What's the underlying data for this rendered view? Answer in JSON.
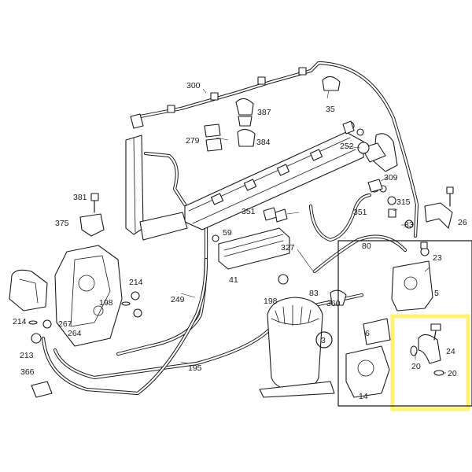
{
  "callouts": [
    {
      "label": "300"
    },
    {
      "label": "387"
    },
    {
      "label": "35"
    },
    {
      "label": "279"
    },
    {
      "label": "384"
    },
    {
      "label": "252"
    },
    {
      "label": "309"
    },
    {
      "label": "26"
    },
    {
      "label": "381"
    },
    {
      "label": "375"
    },
    {
      "label": "59"
    },
    {
      "label": "351"
    },
    {
      "label": "351"
    },
    {
      "label": "315"
    },
    {
      "label": "83"
    },
    {
      "label": "80"
    },
    {
      "label": "327"
    },
    {
      "label": "41"
    },
    {
      "label": "23"
    },
    {
      "label": "214"
    },
    {
      "label": "198"
    },
    {
      "label": "249"
    },
    {
      "label": "198"
    },
    {
      "label": "83"
    },
    {
      "label": "360"
    },
    {
      "label": "5"
    },
    {
      "label": "3"
    },
    {
      "label": "6"
    },
    {
      "label": "24"
    },
    {
      "label": "20"
    },
    {
      "label": "20"
    },
    {
      "label": "14"
    },
    {
      "label": "214"
    },
    {
      "label": "267"
    },
    {
      "label": "264"
    },
    {
      "label": "213"
    },
    {
      "label": "366"
    },
    {
      "label": "195"
    }
  ],
  "highlight": {
    "color": "#FFF176"
  },
  "line_color": "#1a1a1a"
}
